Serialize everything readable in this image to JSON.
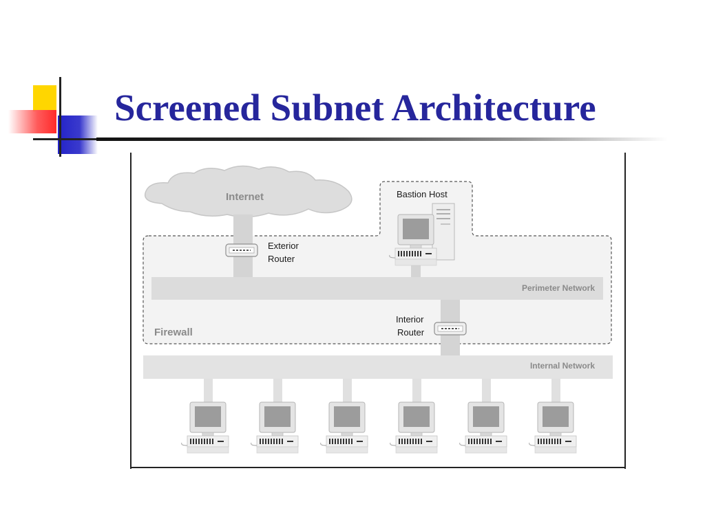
{
  "slide": {
    "title": "Screened Subnet Architecture"
  },
  "diagram": {
    "internet_label": "Internet",
    "bastion_host_label": "Bastion Host",
    "exterior_router_label_line1": "Exterior",
    "exterior_router_label_line2": "Router",
    "interior_router_label_line1": "Interior",
    "interior_router_label_line2": "Router",
    "perimeter_network_label": "Perimeter Network",
    "firewall_label": "Firewall",
    "internal_network_label": "Internal Network",
    "internal_host_count": 6
  },
  "colors": {
    "title": "#26269c",
    "logo_yellow": "#ffd600",
    "logo_red": "#ff2a2a",
    "logo_blue": "#2323c8",
    "network_bar": "#dcdcdc",
    "diagram_text_grey": "#808080"
  }
}
